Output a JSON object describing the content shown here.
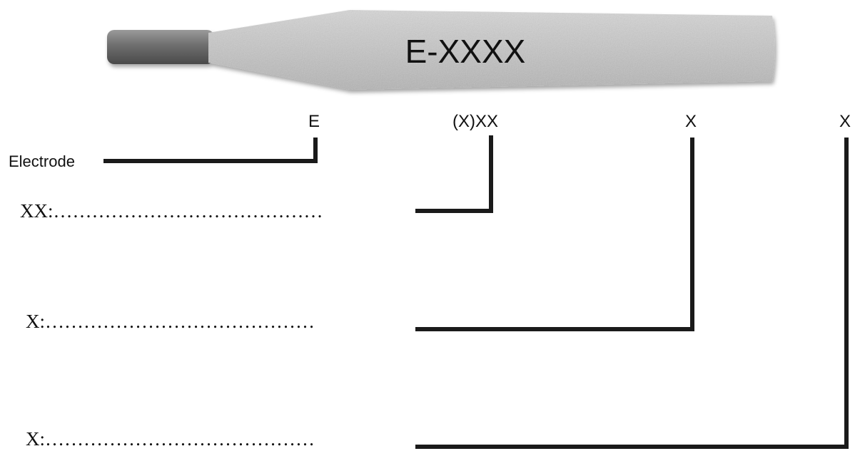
{
  "electrode": {
    "designation": "E-XXXX"
  },
  "code_parts": {
    "prefix": "E",
    "strength_digits": "(X)XX",
    "position_digit": "X",
    "coating_digit": "X"
  },
  "labels": {
    "electrode": "Electrode"
  },
  "blanks": {
    "strength": "XX:……………………………………",
    "position": "X:……………………………………",
    "coating": "X:……………………………………"
  },
  "colors": {
    "line": "#1a1a1a",
    "rod_body": "#c9c9c9",
    "rod_tip": "#7a7a7a"
  }
}
